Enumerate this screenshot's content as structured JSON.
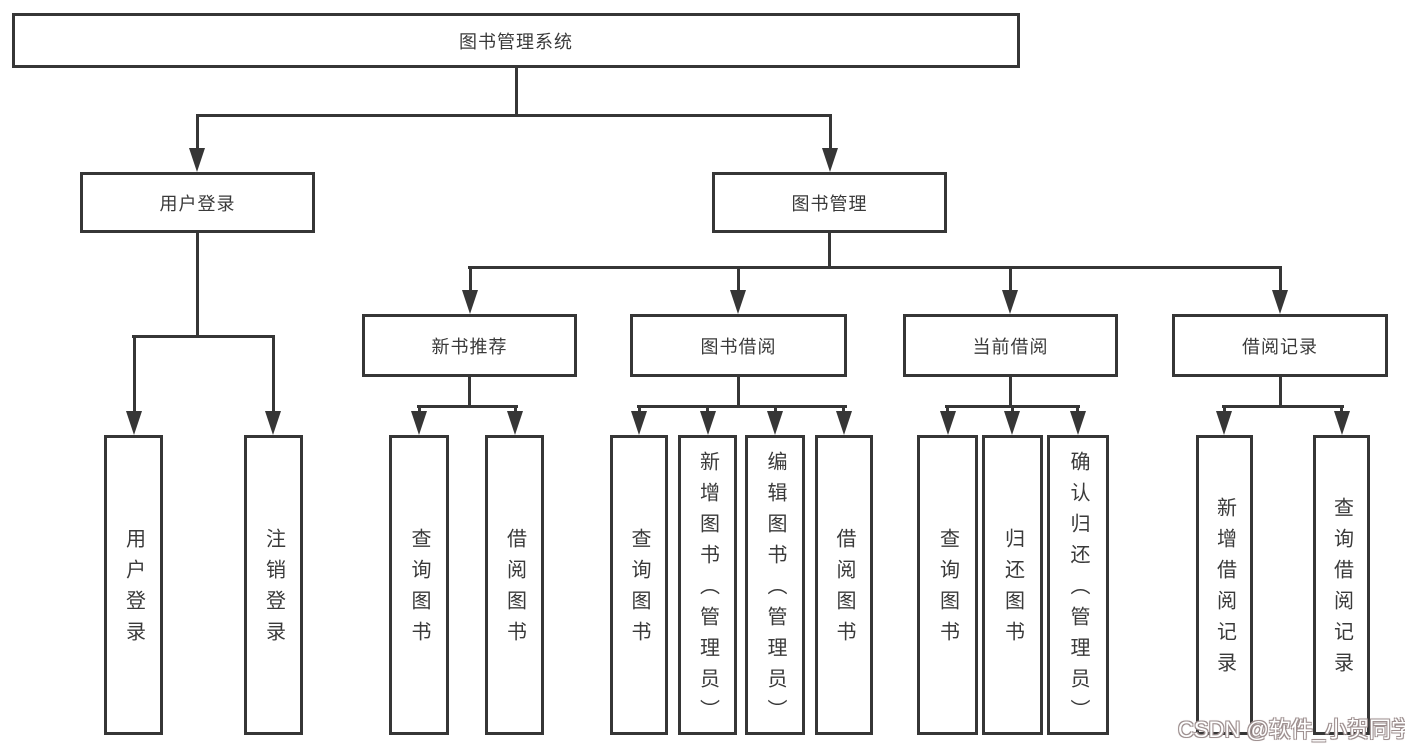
{
  "colors": {
    "line": "#363636",
    "text": "#3a3a3a",
    "background": "#ffffff",
    "watermark_fill": "#ffffff",
    "watermark_outline": "#9e9090"
  },
  "tree": {
    "root": {
      "label": "图书管理系统",
      "children": [
        {
          "label": "用户登录",
          "children": [
            {
              "label": "用户登录"
            },
            {
              "label": "注销登录"
            }
          ]
        },
        {
          "label": "图书管理",
          "children": [
            {
              "label": "新书推荐",
              "children": [
                {
                  "label": "查询图书"
                },
                {
                  "label": "借阅图书"
                }
              ]
            },
            {
              "label": "图书借阅",
              "children": [
                {
                  "label": "查询图书"
                },
                {
                  "label": "新增图书（管理员）"
                },
                {
                  "label": "编辑图书（管理员）"
                },
                {
                  "label": "借阅图书"
                }
              ]
            },
            {
              "label": "当前借阅",
              "children": [
                {
                  "label": "查询图书"
                },
                {
                  "label": "归还图书"
                },
                {
                  "label": "确认归还（管理员）"
                }
              ]
            },
            {
              "label": "借阅记录",
              "children": [
                {
                  "label": "新增借阅记录"
                },
                {
                  "label": "查询借阅记录"
                }
              ]
            }
          ]
        }
      ]
    }
  },
  "watermark": {
    "text": "CSDN @软件_小贺同学"
  }
}
